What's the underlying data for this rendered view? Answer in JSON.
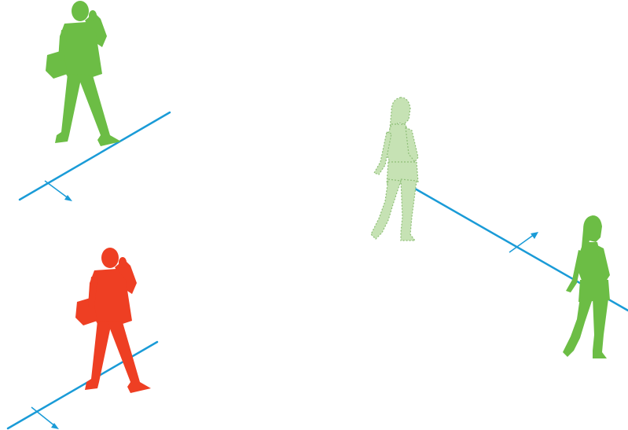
{
  "colors": {
    "background": "#ffffff",
    "crossing_line": "#1a9bd7",
    "person_allowed": "#6cbd45",
    "person_alarm": "#ee3f23",
    "person_ghost_fill": "#c6e2b4",
    "person_ghost_outline": "#8fbf78"
  },
  "scenes": [
    {
      "name": "man-crossing-allowed",
      "person": "man-with-bag-on-phone",
      "person_state": "allowed",
      "arrow": "direction-arrow-down-right"
    },
    {
      "name": "man-crossing-alarm",
      "person": "man-with-bag-on-phone",
      "person_state": "alarm",
      "arrow": "direction-arrow-down-right"
    },
    {
      "name": "woman-crossing",
      "person": "woman-walking",
      "person_state": "ghost-to-allowed",
      "arrow": "direction-arrow-up-right"
    }
  ]
}
